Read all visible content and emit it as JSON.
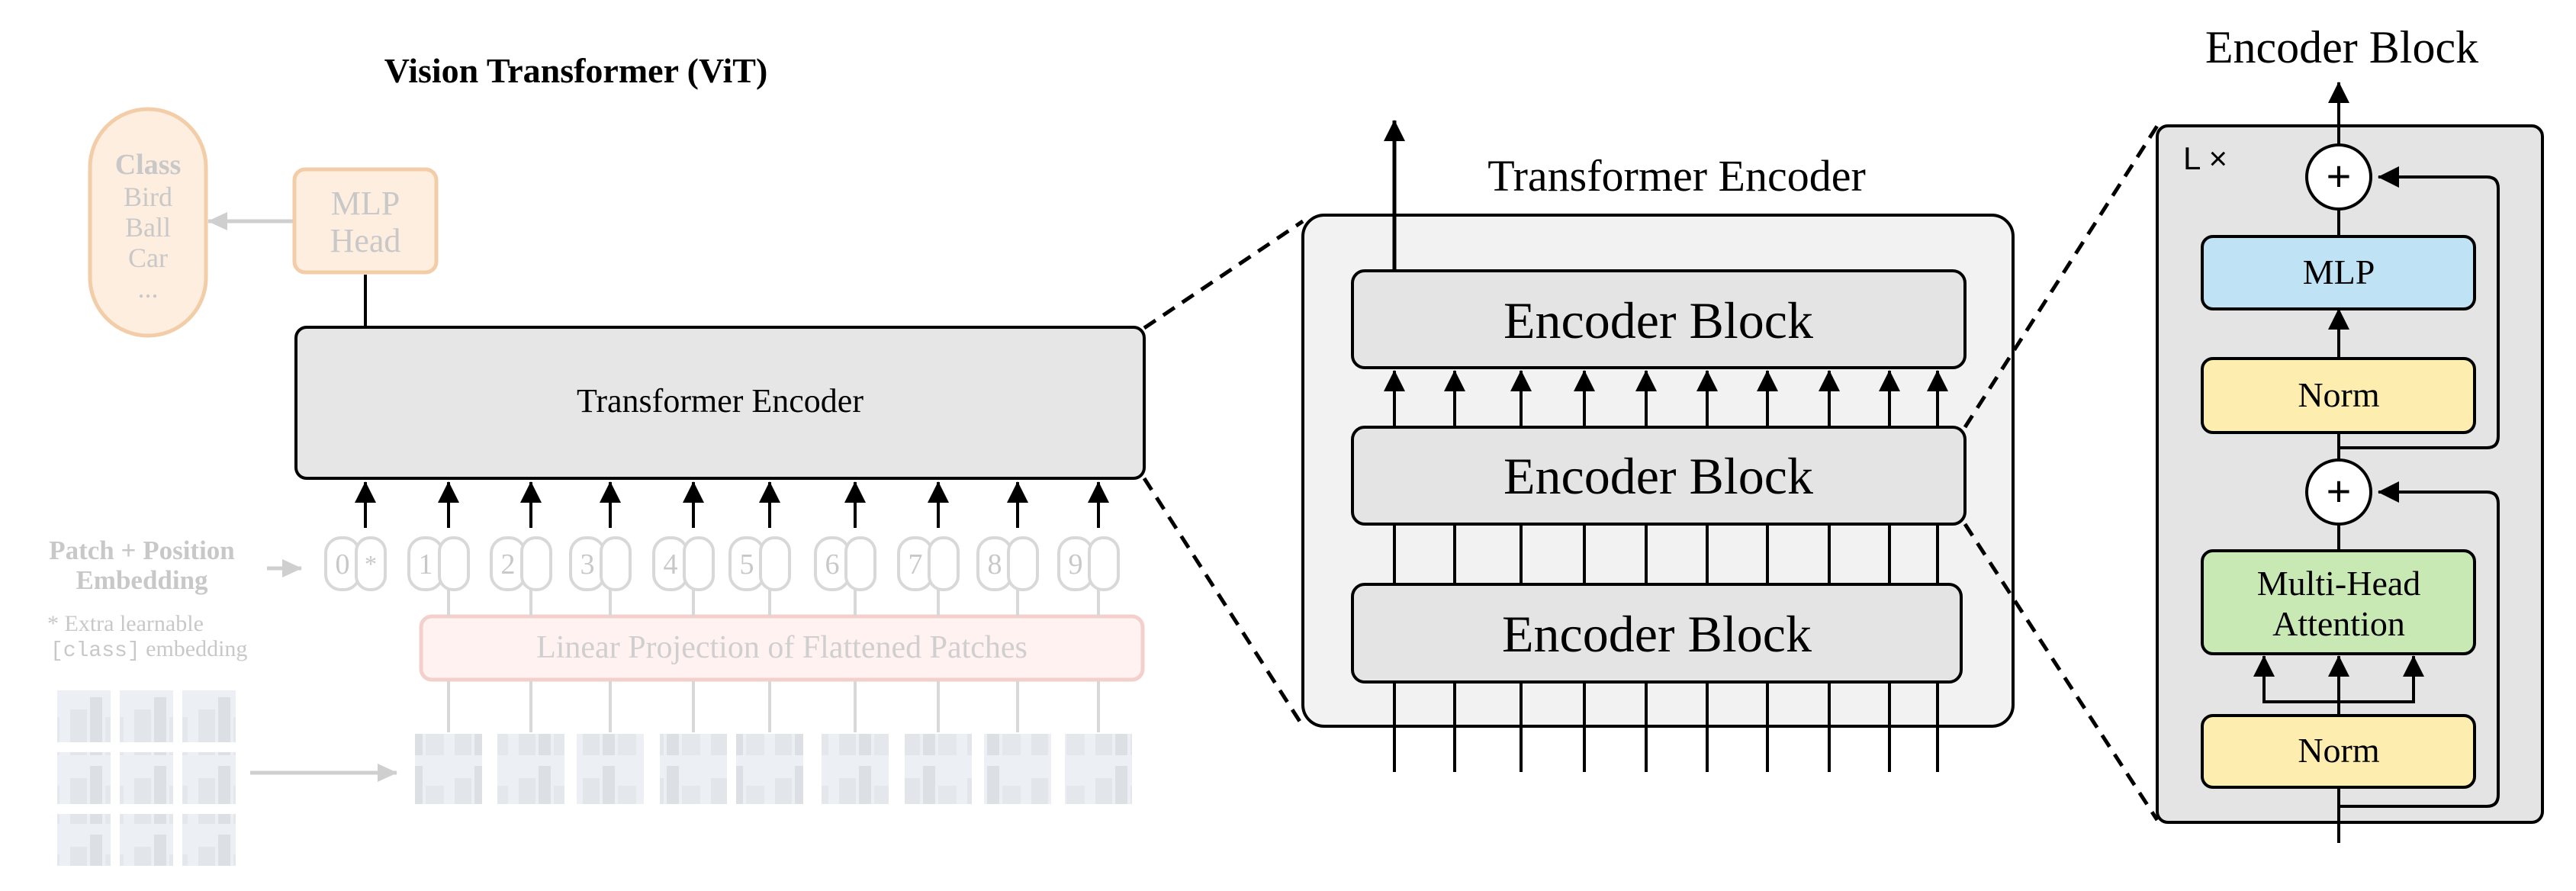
{
  "vit": {
    "title": "Vision Transformer (ViT)",
    "class_box": {
      "title": "Class",
      "items": [
        "Bird",
        "Ball",
        "Car",
        "..."
      ]
    },
    "mlp_head": {
      "line1": "MLP",
      "line2": "Head"
    },
    "encoder_label": "Transformer Encoder",
    "embedding_label": {
      "line1": "Patch + Position",
      "line2": "Embedding"
    },
    "note": {
      "line1": "* Extra learnable",
      "line2_code": "[class]",
      "line2_text": " embedding"
    },
    "position_tokens": [
      "0",
      "1",
      "2",
      "3",
      "4",
      "5",
      "6",
      "7",
      "8",
      "9"
    ],
    "class_marker": "*",
    "projection_label": "Linear Projection of Flattened Patches"
  },
  "transformer_encoder": {
    "title": "Transformer Encoder",
    "blocks": [
      "Encoder Block",
      "Encoder Block",
      "Encoder Block"
    ]
  },
  "encoder_block": {
    "title": "Encoder Block",
    "repeat_label": "L ×",
    "add_symbol": "+",
    "mlp": "MLP",
    "norm_top": "Norm",
    "attention": {
      "line1": "Multi-Head",
      "line2": "Attention"
    },
    "norm_bottom": "Norm"
  },
  "colors": {
    "class_fill": "#fdeee0",
    "class_stroke": "#f2cda8",
    "faded_text": "#c8c8c8",
    "encoder_fill": "#e6e6e6",
    "panel_fill": "#f2f2f2",
    "block_fill": "#e4e4e4",
    "mlp_fill": "#bfe2f5",
    "norm_fill": "#fdeeb0",
    "attention_fill": "#c8e8b4",
    "projection_fill": "#fff2f0",
    "projection_stroke": "#f4d0cc"
  }
}
